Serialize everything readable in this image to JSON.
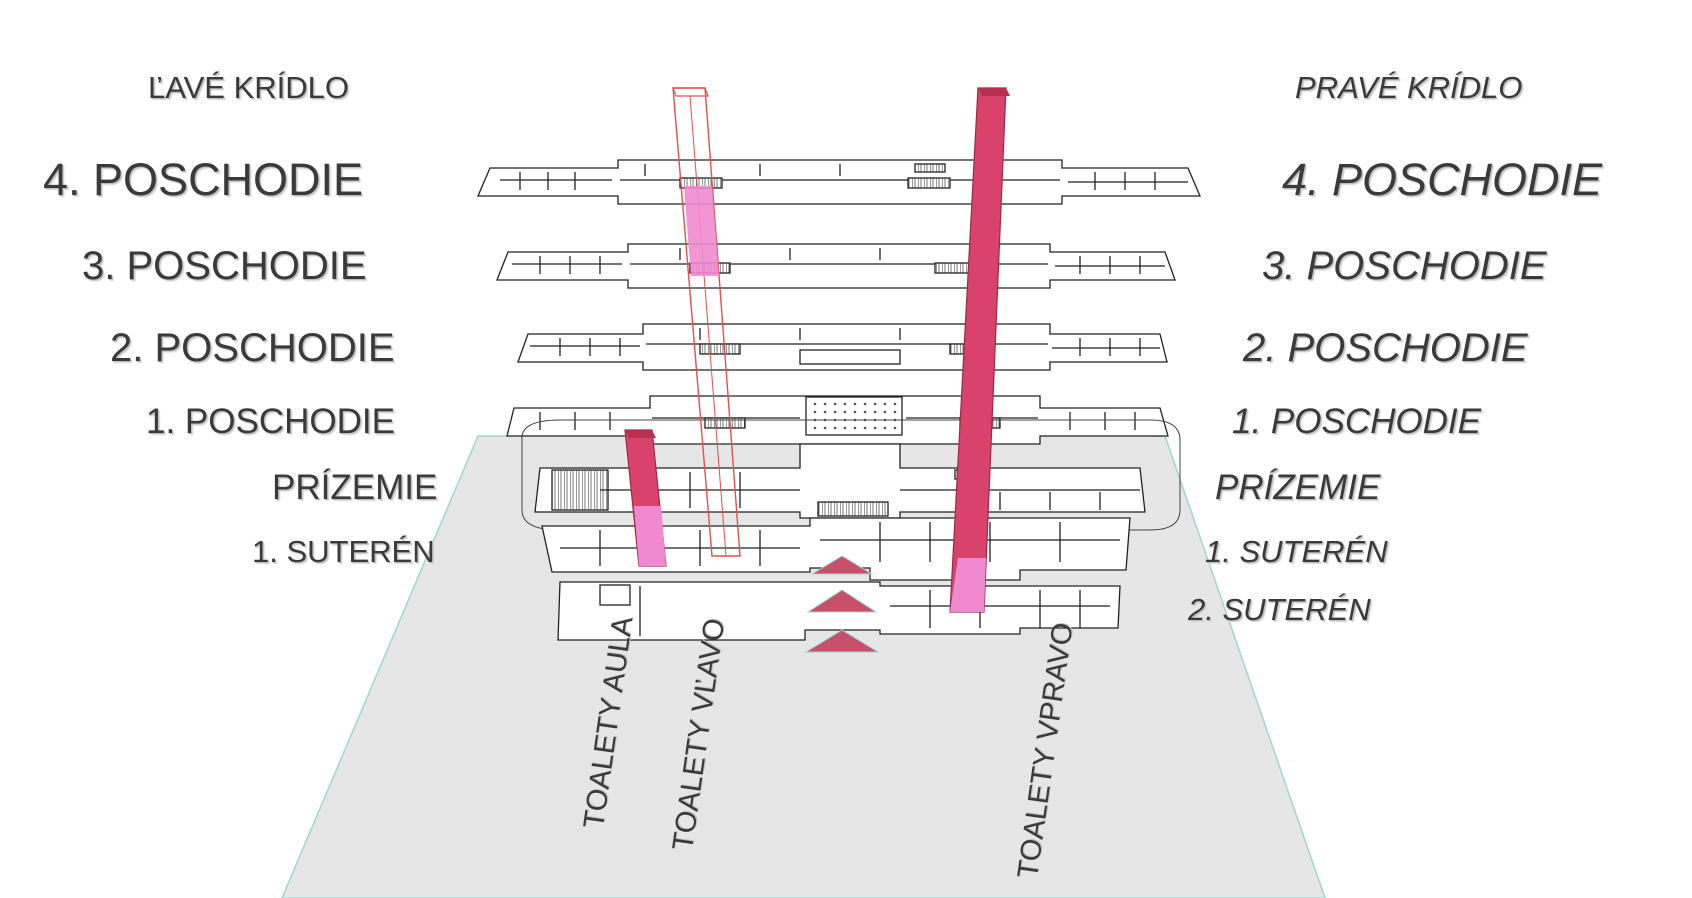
{
  "wings": {
    "left": "ĽAVÉ KRÍDLO",
    "right": "PRAVÉ KRÍDLO"
  },
  "floors_left": [
    "4. POSCHODIE",
    "3. POSCHODIE",
    "2. POSCHODIE",
    "1. POSCHODIE",
    "PRÍZEMIE",
    "1. SUTERÉN"
  ],
  "floors_right": [
    "4. POSCHODIE",
    "3. POSCHODIE",
    "2. POSCHODIE",
    "1. POSCHODIE",
    "PRÍZEMIE",
    "1. SUTERÉN",
    "2. SUTERÉN"
  ],
  "toilets": {
    "aula": "TOALETY AULA",
    "left": "TOALETY VĽAVO",
    "right": "TOALETY VPRAVO"
  },
  "colors": {
    "shaft_strong": "#d9436b",
    "shaft_light": "#f08ad0",
    "shaft_outline": "#e05050",
    "ground_plane": "#e6e6e6",
    "plane_edge": "#9fd6cf",
    "arrow": "#c8506a"
  },
  "icons": [
    "entrance-arrow-icon"
  ]
}
